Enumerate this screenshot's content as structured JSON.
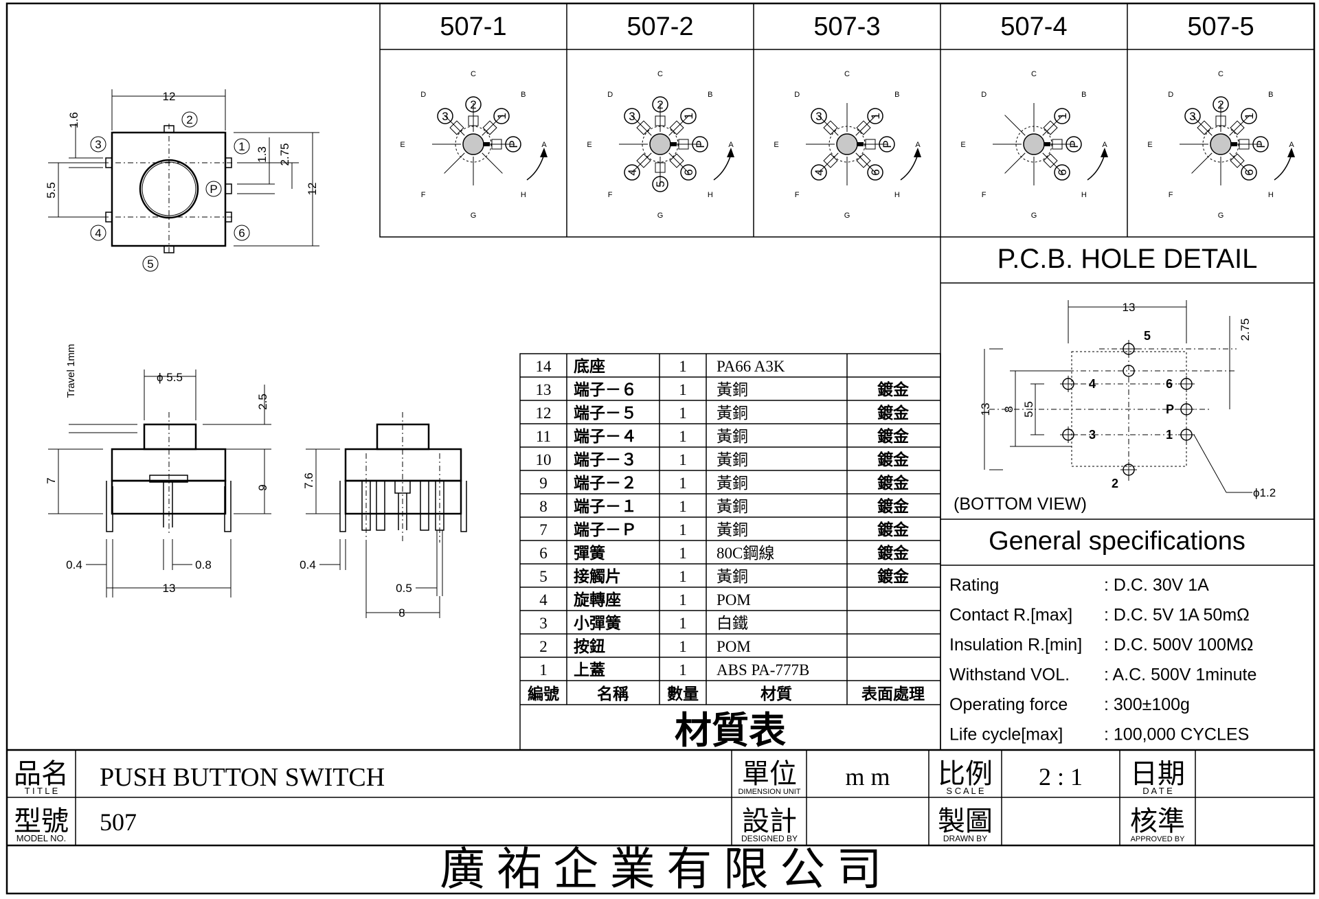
{
  "variants": [
    "507-1",
    "507-2",
    "507-3",
    "507-4",
    "507-5"
  ],
  "dial": {
    "letters": [
      "A",
      "B",
      "C",
      "D",
      "E",
      "F",
      "G",
      "H"
    ],
    "nums": [
      "1",
      "2",
      "3",
      "4",
      "5",
      "6",
      "P"
    ]
  },
  "top_view": {
    "w": "12",
    "h": "12",
    "d1": "1.6",
    "d2": "5.5",
    "d3": "1.3",
    "d4": "2.75",
    "pins": [
      "1",
      "2",
      "3",
      "4",
      "5",
      "6",
      "P"
    ]
  },
  "side_view": {
    "travel": "Travel 1mm",
    "phi": "ϕ 5.5",
    "h1": "2.5",
    "h2": "7",
    "h3": "9",
    "h4": "7.6",
    "w1": "0.4",
    "w2": "0.8",
    "w3": "13",
    "w4": "0.4",
    "w5": "0.5",
    "w6": "8"
  },
  "pcb": {
    "title": "P.C.B. HOLE DETAIL",
    "view": "(BOTTOM VIEW)",
    "w": "13",
    "h": "13",
    "h2": "8",
    "h3": "5.5",
    "d": "2.75",
    "hole": "ϕ1.2",
    "pins": [
      "5",
      "4",
      "6",
      "P",
      "3",
      "1",
      "2"
    ]
  },
  "bom": {
    "rows": [
      [
        "14",
        "底座",
        "1",
        "PA66 A3K",
        ""
      ],
      [
        "13",
        "端子－６",
        "1",
        "黃銅",
        "鍍金"
      ],
      [
        "12",
        "端子－５",
        "1",
        "黃銅",
        "鍍金"
      ],
      [
        "11",
        "端子－４",
        "1",
        "黃銅",
        "鍍金"
      ],
      [
        "10",
        "端子－３",
        "1",
        "黃銅",
        "鍍金"
      ],
      [
        "9",
        "端子－２",
        "1",
        "黃銅",
        "鍍金"
      ],
      [
        "8",
        "端子－１",
        "1",
        "黃銅",
        "鍍金"
      ],
      [
        "7",
        "端子－Ｐ",
        "1",
        "黃銅",
        "鍍金"
      ],
      [
        "6",
        "彈簧",
        "1",
        "80C鋼線",
        "鍍金"
      ],
      [
        "5",
        "接觸片",
        "1",
        "黃銅",
        "鍍金"
      ],
      [
        "4",
        "旋轉座",
        "1",
        "POM",
        ""
      ],
      [
        "3",
        "小彈簧",
        "1",
        "白鐵",
        ""
      ],
      [
        "2",
        "按鈕",
        "1",
        "POM",
        ""
      ],
      [
        "1",
        "上蓋",
        "1",
        "ABS PA-777B",
        ""
      ]
    ],
    "headers": [
      "編號",
      "名稱",
      "數量",
      "材質",
      "表面處理"
    ],
    "title": "材質表"
  },
  "specs": {
    "title": "General specifications",
    "rows": [
      [
        "Rating",
        ": D.C. 30V 1A"
      ],
      [
        "Contact R.[max]",
        ": D.C. 5V 1A 50mΩ"
      ],
      [
        "Insulation R.[min]",
        ": D.C. 500V 100MΩ"
      ],
      [
        "Withstand VOL.",
        ": A.C. 500V 1minute"
      ],
      [
        "Operating force",
        ": 300±100g"
      ],
      [
        "Life cycle[max]",
        ": 100,000 CYCLES"
      ]
    ]
  },
  "title_block": {
    "title_cn": "品名",
    "title_en": "T I T L E",
    "title_val": "PUSH BUTTON SWITCH",
    "model_cn": "型號",
    "model_en": "MODEL  NO.",
    "model_val": "507",
    "unit_cn": "單位",
    "unit_en": "DIMENSION UNIT",
    "unit_val": "m m",
    "scale_cn": "比例",
    "scale_en": "S C A L E",
    "scale_val": "2 : 1",
    "date_cn": "日期",
    "date_en": "D A T E",
    "design_cn": "設計",
    "design_en": "DESIGNED BY",
    "drawn_cn": "製圖",
    "drawn_en": "DRAWN    BY",
    "approve_cn": "核準",
    "approve_en": "APPROVED  BY",
    "company": "廣 祐 企 業 有 限 公 司"
  }
}
